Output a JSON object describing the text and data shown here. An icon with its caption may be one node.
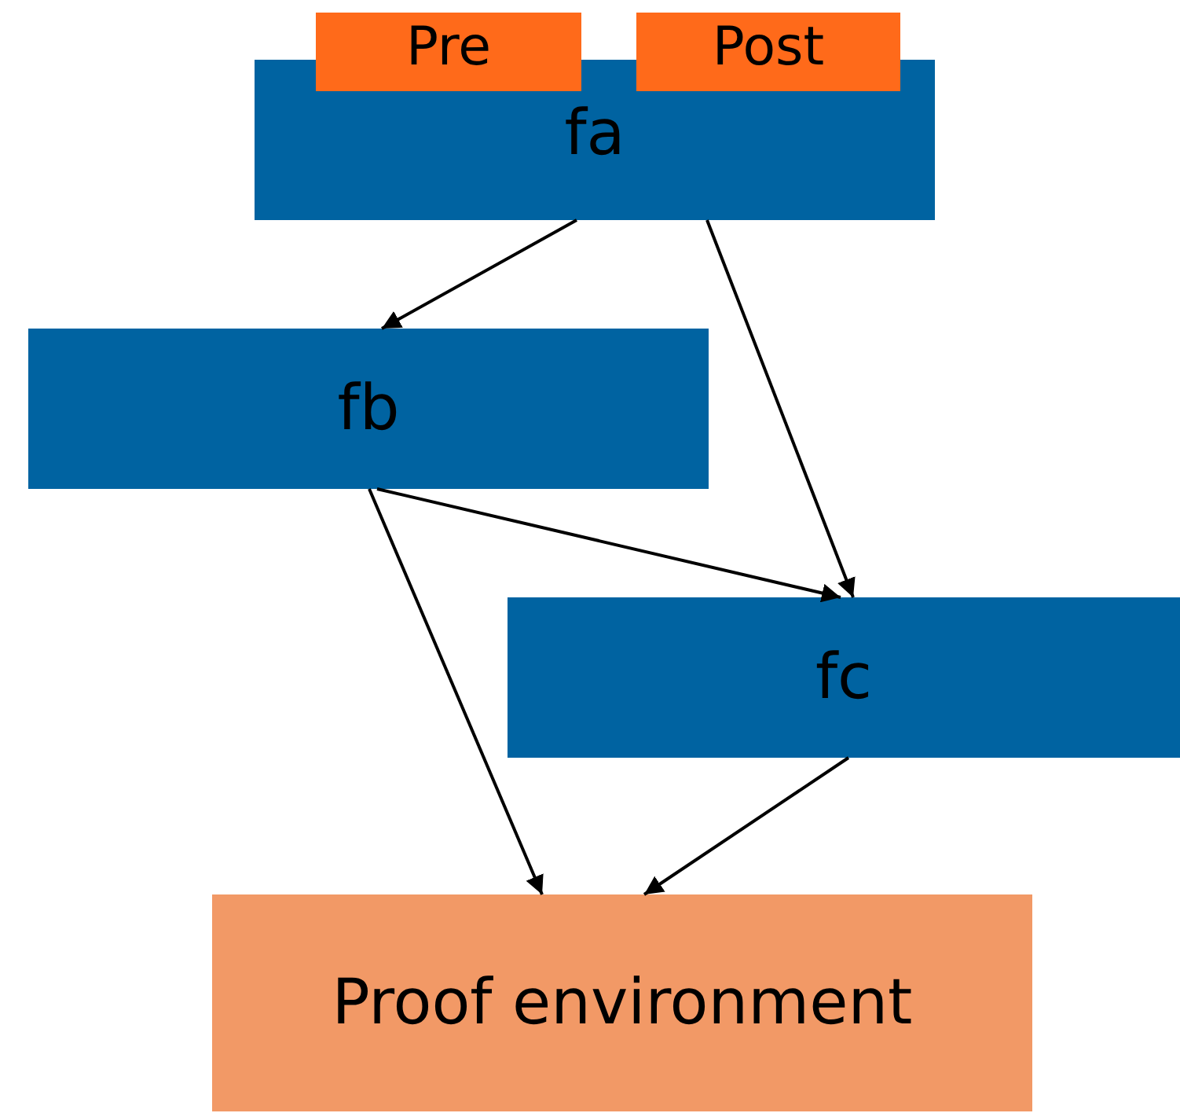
{
  "diagram": {
    "nodes": [
      {
        "text": [
          "Pre"
        ]
      },
      {
        "text": [
          "Post"
        ]
      },
      {
        "text": [
          "fa"
        ]
      },
      {
        "text": [
          "fb"
        ]
      },
      {
        "text": [
          "fc"
        ]
      },
      {
        "text": [
          "Proof environment"
        ]
      }
    ],
    "edges": [
      {
        "from": 2,
        "to": 3,
        "arrow": "to"
      },
      {
        "from": 2,
        "to": 4,
        "arrow": "to"
      },
      {
        "from": 3,
        "to": 4,
        "arrow": "to"
      },
      {
        "from": 3,
        "to": 5,
        "arrow": "to"
      },
      {
        "from": 4,
        "to": 5,
        "arrow": "to"
      }
    ]
  }
}
